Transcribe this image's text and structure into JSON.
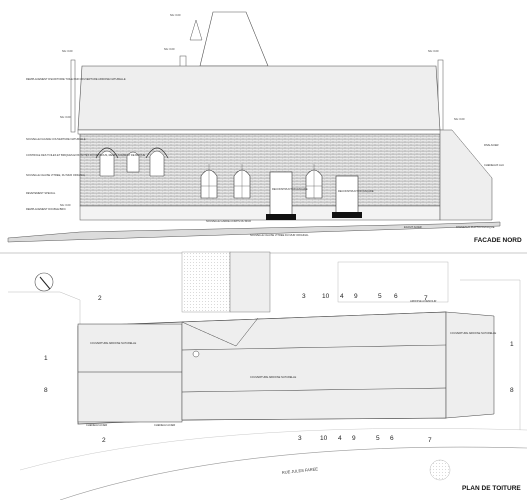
{
  "facade": {
    "title": "FACADE NORD",
    "levels": [
      "NG: 0.00",
      "NG: 0.00",
      "NG: 0.00",
      "NG: 0.00",
      "NG: 0.00",
      "NG: 0.00"
    ],
    "left_notes": [
      "REMPLACEMENT D'ECRITOIRE TOILE PAR COUVERTURE ARDOISE NATURELLE",
      "NOUVELLE FACADE COUVERTURE NATURELLE",
      "CONTROLE DES TOILES ET BRIQUES EXISTANTES DU DESSOUS, REMPLACEMENT DE BRIQUE",
      "NOUVELLE CHAISE VITREE, DU MUR ORIGINAL",
      "REVETEMENT SPECIAL",
      "REMPLACEMENT DOUBLE BRIC"
    ],
    "doors": [
      "RECONSTRUCTION FACADE",
      "RECONSTRUCTION FAÇADE"
    ],
    "bottom_notes": [
      "NOUVELLE GARDE-CORPS DU MUR",
      "NOUVELLE CHAISE VITREE DU MUR ORIGINAL",
      "EGOUT ACIER",
      "PANNEAUX PHOTOVOLTAIQUE"
    ],
    "right_notes": [
      "RIVE ACIER",
      "CHENEAUX ALU",
      "NG: 0.00"
    ]
  },
  "plan": {
    "title": "PLAN DE TOITURE",
    "street": "RUE JULES FAREE",
    "labels": [
      "COUVERTURE ARDOISE NATURELLE",
      "COUVERTURE ARDOISE NATURELLE",
      "COUVERTURE ARDOISE NATURELLE",
      "CHENEAU ACIER",
      "CHENEAU ACIER",
      "ARDOISE A DEMOLIR"
    ],
    "numbers_top": [
      "3",
      "10",
      "4",
      "9",
      "5",
      "6"
    ],
    "numbers_bottom": [
      "3",
      "10",
      "4",
      "9",
      "5",
      "6"
    ],
    "n2": "2",
    "n7": "7",
    "n8": "8",
    "n1": "1"
  }
}
